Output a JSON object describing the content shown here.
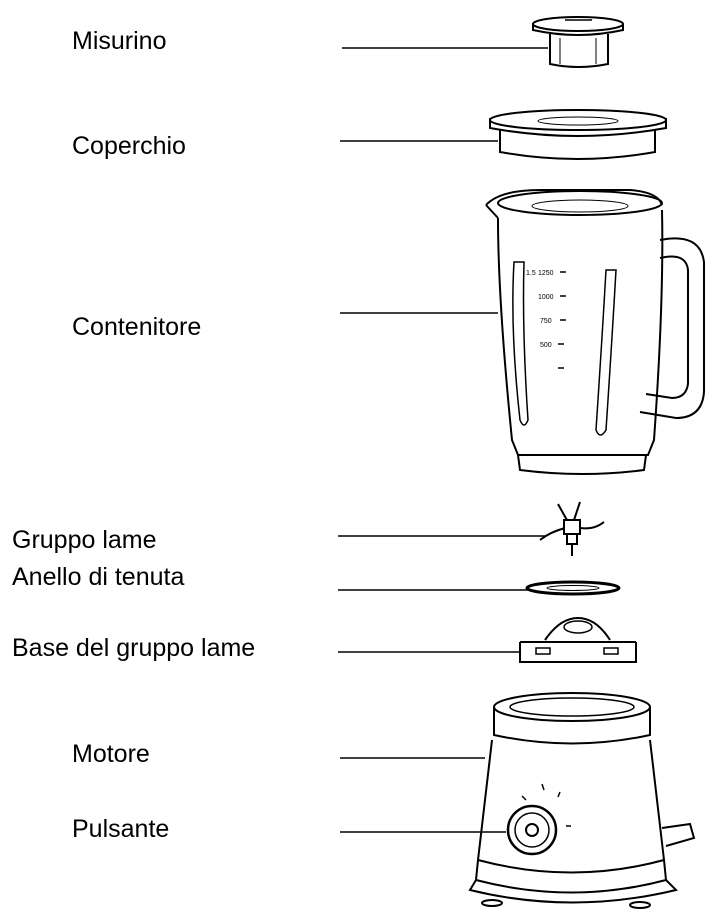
{
  "labels": {
    "measuring_cap": "Misurino",
    "lid": "Coperchio",
    "jug": "Contenitore",
    "blade_assembly": "Gruppo lame",
    "sealing_ring": "Anello di tenuta",
    "blade_base": "Base del gruppo lame",
    "motor": "Motore",
    "knob": "Pulsante"
  },
  "jug_scale_marks": [
    "1.5",
    "1250",
    "1000",
    "750",
    "500"
  ]
}
